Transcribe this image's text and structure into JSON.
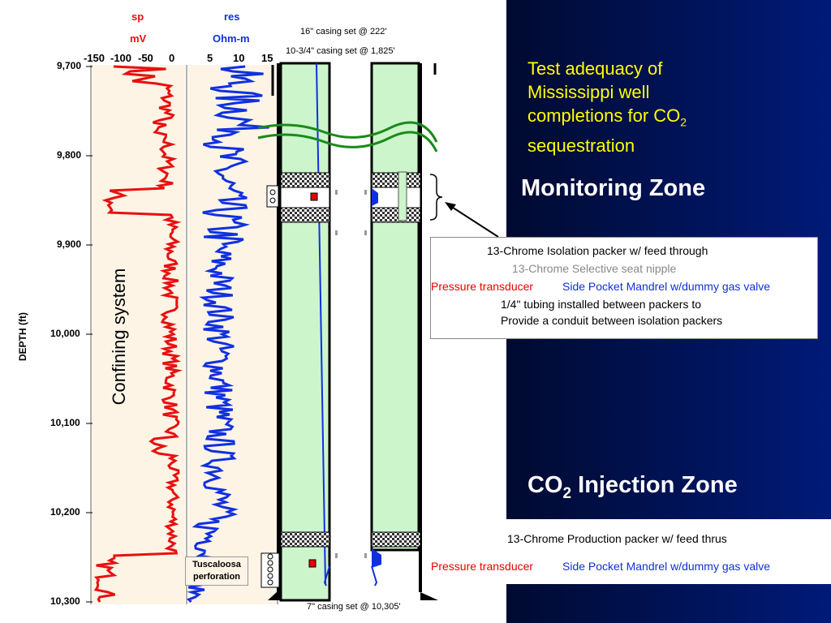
{
  "log_headers": {
    "sp_name": "sp",
    "sp_unit": "mV",
    "res_name": "res",
    "res_unit": "Ohm-m",
    "sp_ticks": [
      "-150",
      "-100",
      "-50",
      "0"
    ],
    "res_ticks": [
      "5",
      "10",
      "15"
    ]
  },
  "depth_axis": {
    "label": "DEPTH (ft)",
    "ticks": [
      "9,700",
      "9,800",
      "9,900",
      "10,000",
      "10,100",
      "10,200",
      "10,300"
    ]
  },
  "confining_label": "Confining system",
  "casing_labels": {
    "casing_16": "16\" casing set @ 222'",
    "casing_10": "10-3/4\" casing set @ 1,825'",
    "casing_7": "7\" casing set @ 10,305'"
  },
  "perforation_label": [
    "Tuscaloosa",
    "perforation"
  ],
  "right_panel": {
    "title_lines": [
      "Test adequacy of",
      "Mississippi well",
      "completions for CO",
      "2",
      "sequestration"
    ],
    "monitoring_zone": "Monitoring Zone",
    "injection_zone_prefix": "CO",
    "injection_zone_sub": "2",
    "injection_zone_suffix": " Injection Zone"
  },
  "upper_box": {
    "line1": "13-Chrome Isolation packer w/ feed through",
    "line2": "13-Chrome Selective seat nipple",
    "pressure": "Pressure transducer",
    "mandrel": "Side Pocket Mandrel w/dummy gas valve",
    "line4": "1/4\" tubing installed between packers to",
    "line5": "Provide a conduit between isolation packers"
  },
  "lower_box": {
    "line1": "13-Chrome Production packer w/ feed thrus",
    "pressure": "Pressure transducer",
    "mandrel": "Side Pocket Mandrel w/dummy gas valve"
  },
  "colors": {
    "sp": "#e81010",
    "res": "#1030e0",
    "title_yellow": "#ffff00",
    "pressure_red": "#e80000",
    "mandrel_blue": "#1030d0",
    "nipple_gray": "#888888",
    "well_fill": "#ccf5cc"
  }
}
